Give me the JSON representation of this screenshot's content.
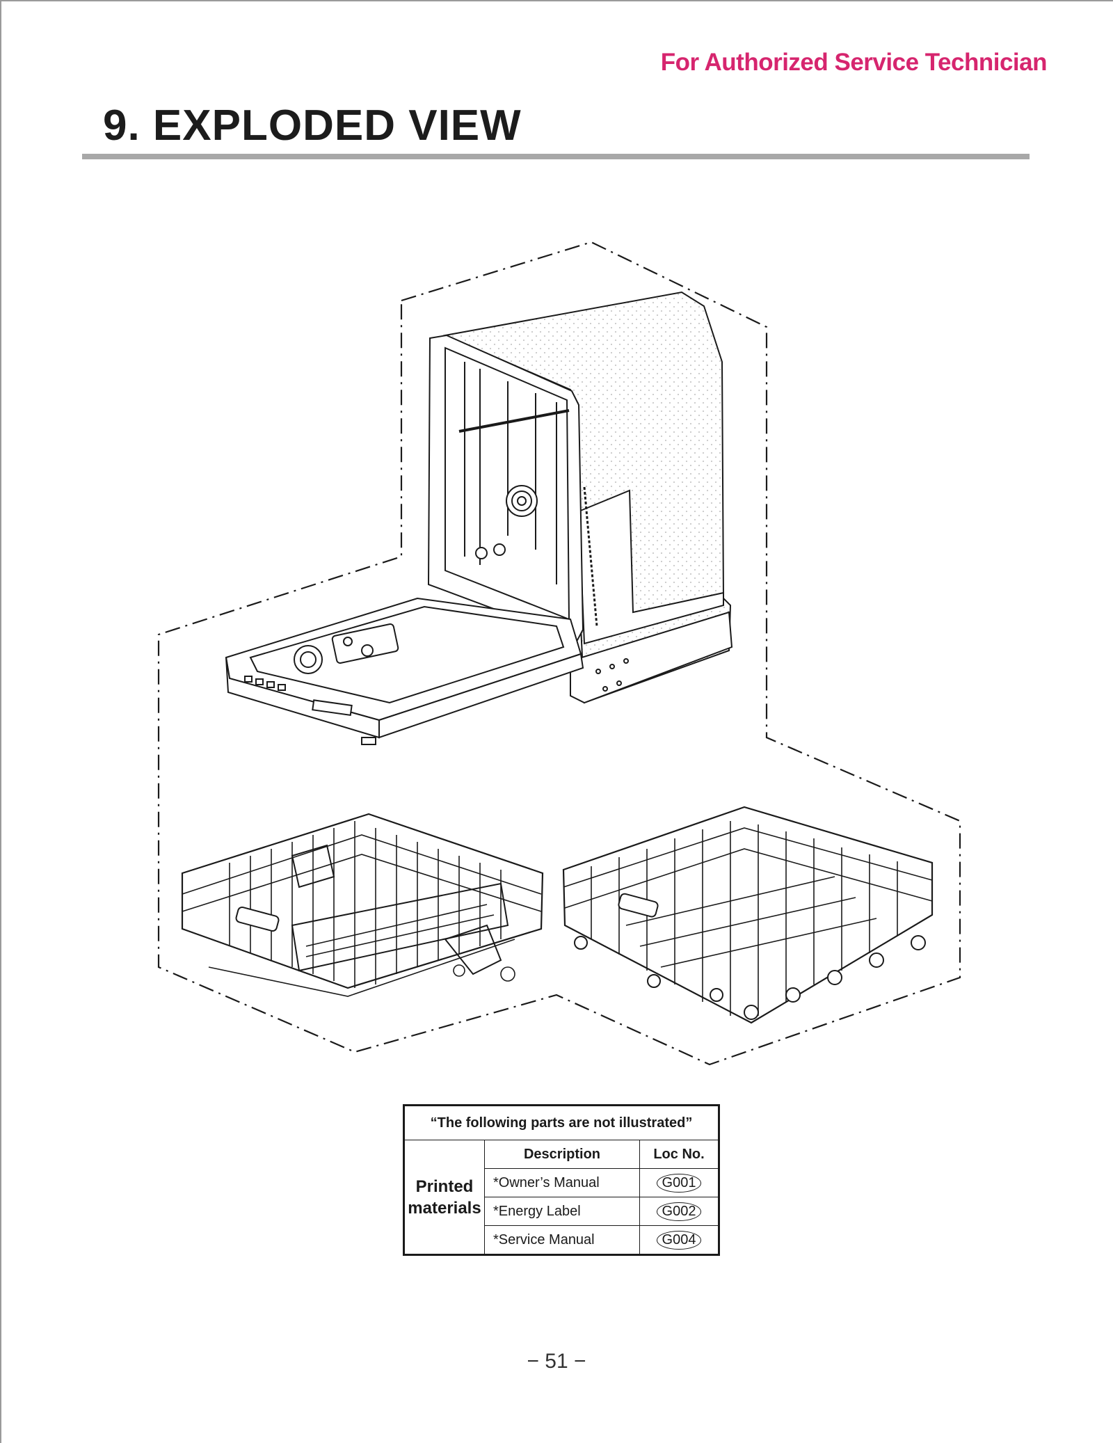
{
  "header": {
    "tag": "For Authorized Service Technician"
  },
  "page": {
    "title": "9. EXPLODED VIEW",
    "number": "− 51 −"
  },
  "parts_table": {
    "caption": "“The following parts are not illustrated”",
    "col_description": "Description",
    "col_loc": "Loc No.",
    "group_line1": "Printed",
    "group_line2": "materials",
    "rows": [
      {
        "description": "*Owner’s Manual",
        "loc": "G001"
      },
      {
        "description": "*Energy Label",
        "loc": "G002"
      },
      {
        "description": "*Service Manual",
        "loc": "G004"
      }
    ]
  },
  "colors": {
    "accent": "#d6256e",
    "rule": "#a8a8a8"
  },
  "icons": [
    "lg-logo-icon"
  ]
}
